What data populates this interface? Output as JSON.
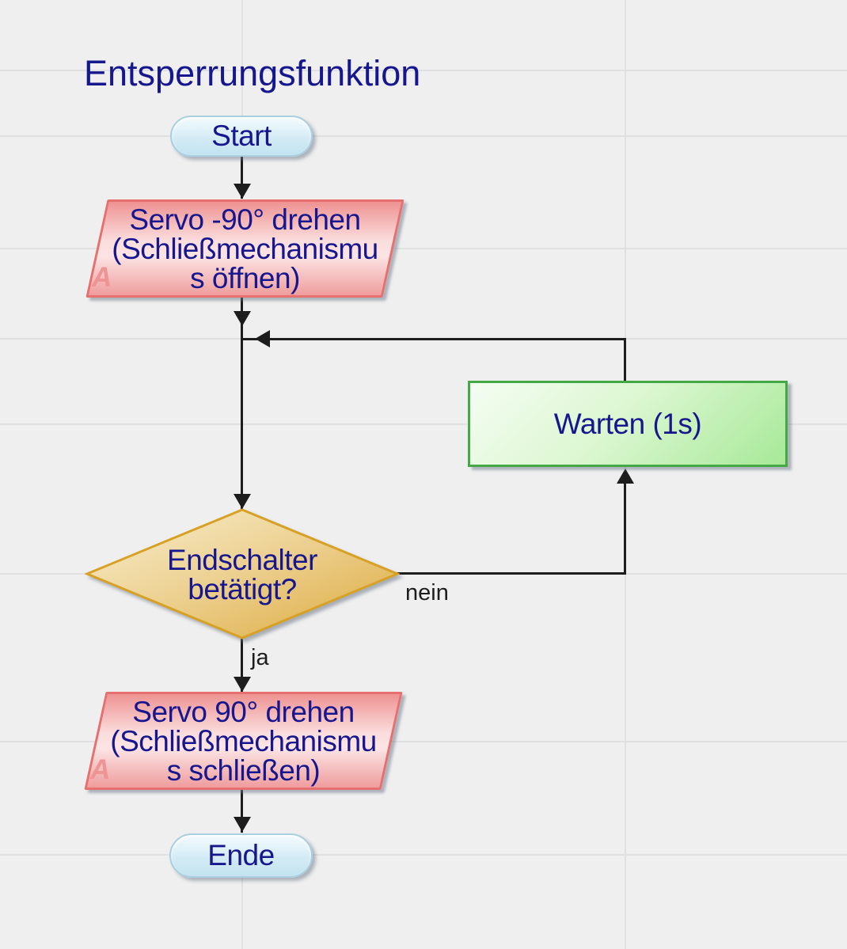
{
  "title": "Entsperrungsfunktion",
  "nodes": {
    "start": {
      "type": "terminator",
      "label": "Start"
    },
    "servo_open": {
      "type": "io",
      "line1": "Servo -90° drehen",
      "line2": "(Schließmechanismu",
      "line3": "s öffnen)",
      "marker": "A"
    },
    "wait": {
      "type": "process",
      "label": "Warten (1s)"
    },
    "decision": {
      "type": "decision",
      "line1": "Endschalter",
      "line2": "betätigt?"
    },
    "servo_close": {
      "type": "io",
      "line1": "Servo 90° drehen",
      "line2": "(Schließmechanismu",
      "line3": "s schließen)",
      "marker": "A"
    },
    "end": {
      "type": "terminator",
      "label": "Ende"
    }
  },
  "edge_labels": {
    "yes": "ja",
    "no": "nein"
  },
  "colors": {
    "text": "#16168e",
    "label": "#1d1d1d",
    "line": "#1d1d1d",
    "background": "#efefef",
    "grid": "#dee0e2",
    "terminator_border": "#aacfe0",
    "io_border": "#e76f6f",
    "io_marker": "#ef9494",
    "process_border": "#44a944",
    "decision_border": "#d7a125",
    "decision_fill_dark": "#dca93c",
    "process_fill_dark": "#a7e998",
    "io_fill_dark": "#ee9292"
  }
}
